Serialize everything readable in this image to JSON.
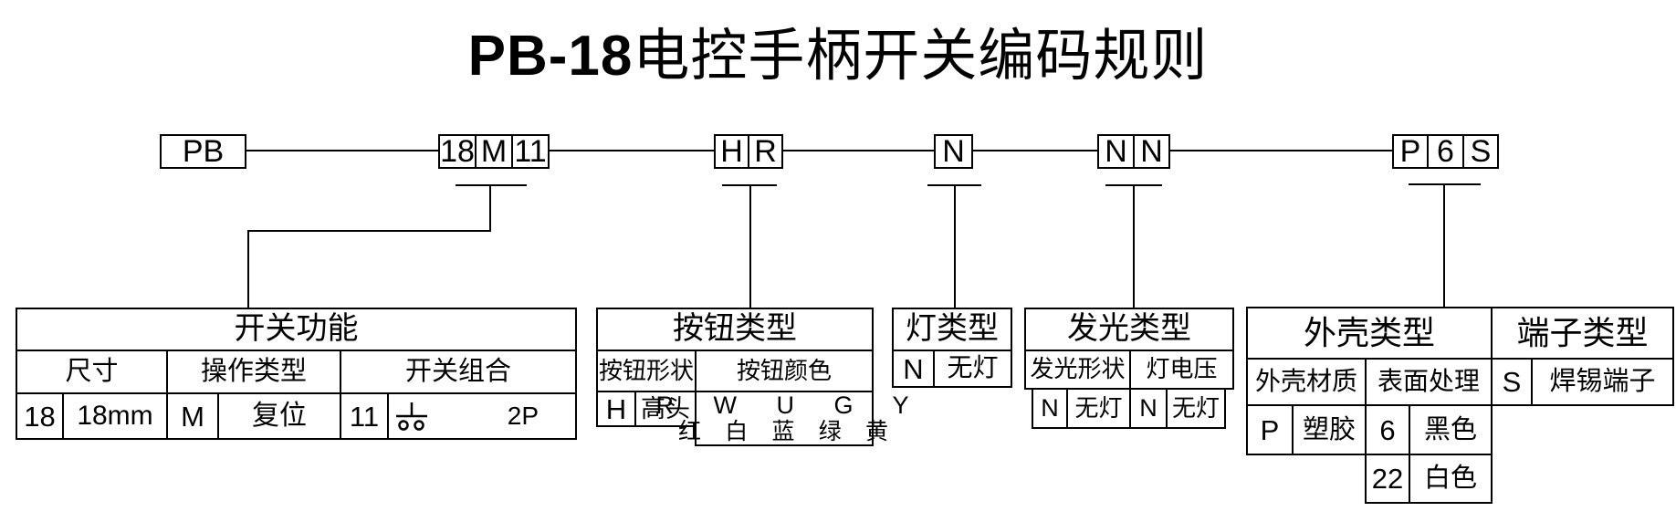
{
  "title": {
    "latin": "PB-18",
    "cn": "电控手柄开关编码规则"
  },
  "colors": {
    "foreground": "#000000",
    "background": "#ffffff"
  },
  "code_boxes": [
    {
      "name": "prefix",
      "cells": [
        "PB"
      ]
    },
    {
      "name": "function",
      "cells": [
        "18",
        "M",
        "11"
      ]
    },
    {
      "name": "button",
      "cells": [
        "H",
        "R"
      ]
    },
    {
      "name": "lamp",
      "cells": [
        "N"
      ]
    },
    {
      "name": "glow",
      "cells": [
        "N",
        "N"
      ]
    },
    {
      "name": "shell-terminal",
      "cells": [
        "P",
        "6",
        "S"
      ]
    }
  ],
  "tables": {
    "switch_function": {
      "title": "开关功能",
      "col_size": "尺寸",
      "col_operation": "操作类型",
      "col_combination": "开关组合",
      "size_code": "18",
      "size_value": "18mm",
      "operation_code": "M",
      "operation_value": "复位",
      "combination_code": "11",
      "combination_symbol": "push-button-contact-icon",
      "combination_value": "2P"
    },
    "button_type": {
      "title": "按钮类型",
      "shape_header": "按钮形状",
      "color_header": "按钮颜色",
      "shape_code": "H",
      "shape_value": "高头",
      "color_codes": "R W U G Y",
      "color_names": "红 白 蓝 绿 黄"
    },
    "lamp_type": {
      "title": "灯类型",
      "code": "N",
      "value": "无灯"
    },
    "glow_type": {
      "title": "发光类型",
      "shape_header": "发光形状",
      "voltage_header": "灯电压",
      "shape_code": "N",
      "shape_value": "无灯",
      "voltage_code": "N",
      "voltage_value": "无灯"
    },
    "shell_type": {
      "title": "外壳类型",
      "material_header": "外壳材质",
      "surface_header": "表面处理",
      "material_code": "P",
      "material_value": "塑胶",
      "surface_options": [
        {
          "code": "6",
          "value": "黑色"
        },
        {
          "code": "22",
          "value": "白色"
        }
      ]
    },
    "terminal_type": {
      "title": "端子类型",
      "code": "S",
      "value": "焊锡端子"
    }
  }
}
